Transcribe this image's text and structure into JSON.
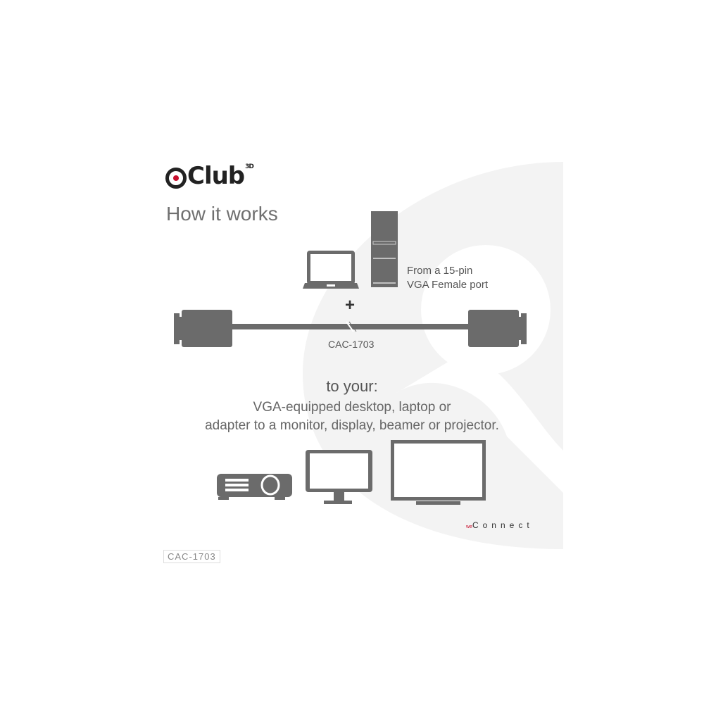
{
  "brand": {
    "logo_text": "Club",
    "logo_sup": "3D"
  },
  "heading": "How it works",
  "source": {
    "line1": "From a 15-pin",
    "line2": "VGA Female port"
  },
  "plus": "+",
  "cable": {
    "label": "CAC-1703"
  },
  "target": {
    "heading": "to your:",
    "line1": "VGA-equipped desktop, laptop or",
    "line2": "adapter to a monitor, display, beamer or projector."
  },
  "tagline": {
    "prefix": "we",
    "text": "Connect"
  },
  "product_code": "CAC-1703",
  "colors": {
    "icon": "#6b6b6b",
    "accent": "#c8102e",
    "watermark": "#f2f2f2"
  }
}
